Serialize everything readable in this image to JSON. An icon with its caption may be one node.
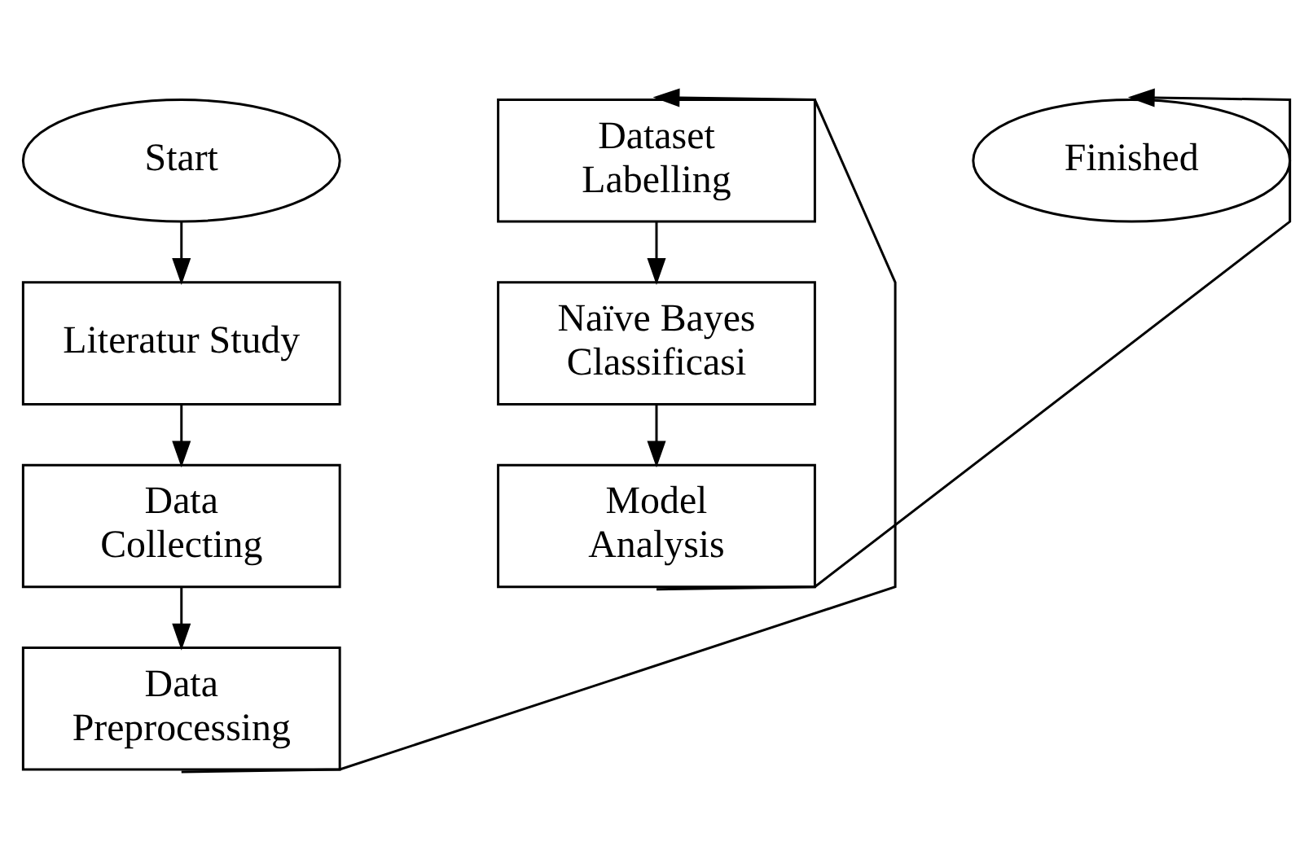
{
  "diagram": {
    "nodes": [
      {
        "text": [
          "Start"
        ]
      },
      {
        "text": [
          "Literatur Study"
        ]
      },
      {
        "text": [
          "Data Collecting"
        ]
      },
      {
        "text": [
          "Data Preprocessing"
        ]
      },
      {
        "text": [
          "Dataset Labelling"
        ]
      },
      {
        "text": [
          "Naïve Bayes Classificasi"
        ]
      },
      {
        "text": [
          "Model Analysis"
        ]
      },
      {
        "text": [
          "Finished"
        ]
      }
    ],
    "edges": [
      {
        "from": 0,
        "to": 1,
        "arrow": "to"
      },
      {
        "from": 1,
        "to": 2,
        "arrow": "to"
      },
      {
        "from": 2,
        "to": 3,
        "arrow": "to"
      },
      {
        "from": 3,
        "to": 4,
        "arrow": "to"
      },
      {
        "from": 4,
        "to": 5,
        "arrow": "to"
      },
      {
        "from": 5,
        "to": 6,
        "arrow": "to"
      },
      {
        "from": 6,
        "to": 7,
        "arrow": "to"
      }
    ]
  }
}
